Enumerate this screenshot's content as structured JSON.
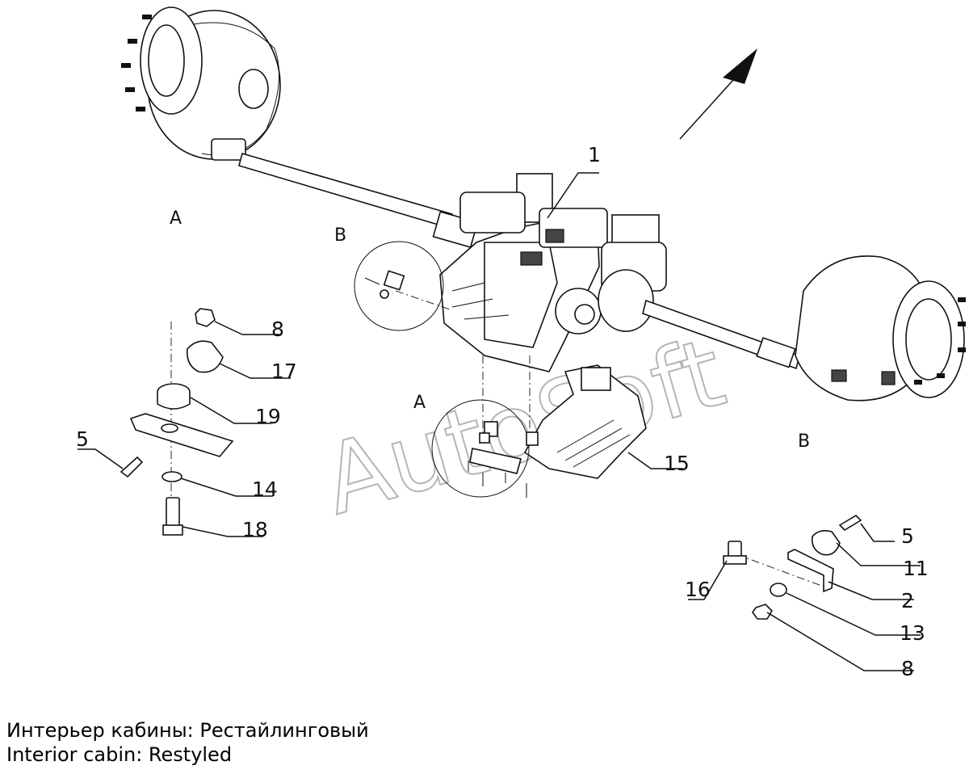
{
  "diagram": {
    "watermark": "AutoSoft",
    "view_labels": {
      "a_left": "A",
      "b_detail": "B",
      "a_detail": "A",
      "b_right": "B"
    },
    "callouts": [
      {
        "id": "c1",
        "text": "1"
      },
      {
        "id": "c8a",
        "text": "8"
      },
      {
        "id": "c17",
        "text": "17"
      },
      {
        "id": "c19",
        "text": "19"
      },
      {
        "id": "c5a",
        "text": "5"
      },
      {
        "id": "c14",
        "text": "14"
      },
      {
        "id": "c18",
        "text": "18"
      },
      {
        "id": "c15",
        "text": "15"
      },
      {
        "id": "c5b",
        "text": "5"
      },
      {
        "id": "c11",
        "text": "11"
      },
      {
        "id": "c16",
        "text": "16"
      },
      {
        "id": "c2",
        "text": "2"
      },
      {
        "id": "c13",
        "text": "13"
      },
      {
        "id": "c8b",
        "text": "8"
      }
    ]
  },
  "caption": {
    "line_ru": "Интерьер кабины: Рестайлинговый",
    "line_en": "Interior cabin: Restyled"
  }
}
